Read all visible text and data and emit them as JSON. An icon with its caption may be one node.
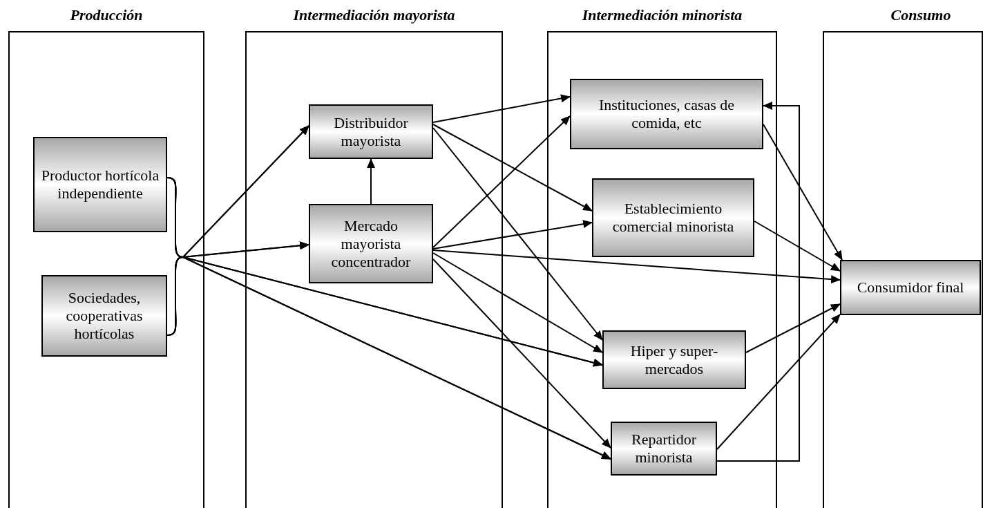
{
  "diagram": {
    "nodes": [
      {
        "text": [
          "Producción"
        ]
      },
      {
        "text": [
          "Intermediación mayorista"
        ]
      },
      {
        "text": [
          "Intermediación minorista"
        ]
      },
      {
        "text": [
          "Consumo"
        ]
      },
      {
        "text": [
          "Productor hortícola independiente"
        ],
        "in": 0
      },
      {
        "text": [
          "Sociedades, cooperativas hortícolas"
        ],
        "in": 0
      },
      {
        "text": [
          "Distribuidor mayorista"
        ],
        "in": 1
      },
      {
        "text": [
          "Mercado mayorista concentrador"
        ],
        "in": 1
      },
      {
        "text": [
          "Instituciones, casas de comida, etc"
        ],
        "in": 2
      },
      {
        "text": [
          "Establecimiento comercial minorista"
        ],
        "in": 2
      },
      {
        "text": [
          "Hiper y super-mercados"
        ],
        "in": 2
      },
      {
        "text": [
          "Repartidor minorista"
        ],
        "in": 2
      },
      {
        "text": [
          "Consumidor final"
        ],
        "in": 3
      }
    ],
    "edges": [
      {
        "from": 4,
        "to": 6,
        "arrow": "to"
      },
      {
        "from": 5,
        "to": 6,
        "arrow": "to"
      },
      {
        "from": 4,
        "to": 7,
        "arrow": "to"
      },
      {
        "from": 5,
        "to": 7,
        "arrow": "to"
      },
      {
        "from": 4,
        "to": 10,
        "arrow": "to"
      },
      {
        "from": 5,
        "to": 10,
        "arrow": "to"
      },
      {
        "from": 4,
        "to": 11,
        "arrow": "to"
      },
      {
        "from": 5,
        "to": 11,
        "arrow": "to"
      },
      {
        "from": 7,
        "to": 6,
        "arrow": "to"
      },
      {
        "from": 6,
        "to": 8,
        "arrow": "to"
      },
      {
        "from": 6,
        "to": 9,
        "arrow": "to"
      },
      {
        "from": 6,
        "to": 10,
        "arrow": "to"
      },
      {
        "from": 7,
        "to": 8,
        "arrow": "to"
      },
      {
        "from": 7,
        "to": 9,
        "arrow": "to"
      },
      {
        "from": 7,
        "to": 12,
        "arrow": "to"
      },
      {
        "from": 7,
        "to": 10,
        "arrow": "to"
      },
      {
        "from": 7,
        "to": 11,
        "arrow": "to"
      },
      {
        "from": 8,
        "to": 12,
        "arrow": "to"
      },
      {
        "from": 9,
        "to": 12,
        "arrow": "to"
      },
      {
        "from": 10,
        "to": 12,
        "arrow": "to"
      },
      {
        "from": 11,
        "to": 12,
        "arrow": "to"
      },
      {
        "from": 11,
        "to": 8,
        "arrow": "to"
      }
    ]
  }
}
